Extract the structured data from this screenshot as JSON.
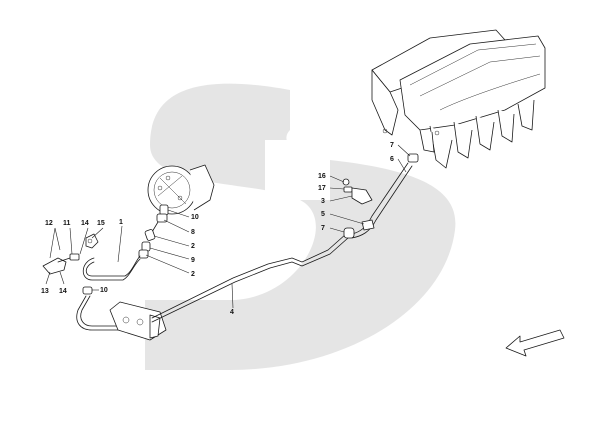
{
  "watermark_color": "#dcdcdc",
  "callouts": {
    "c12": "12",
    "c11": "11",
    "c14a": "14",
    "c15": "15",
    "c1": "1",
    "c13": "13",
    "c14b": "14",
    "c10a": "10",
    "c10b": "10",
    "c8": "8",
    "c2a": "2",
    "c9": "9",
    "c2b": "2",
    "c4": "4",
    "c16": "16",
    "c17": "17",
    "c3": "3",
    "c5": "5",
    "c7a": "7",
    "c7b": "7",
    "c6": "6"
  },
  "icons": {
    "direction_arrow": "front-direction-arrow-icon"
  }
}
